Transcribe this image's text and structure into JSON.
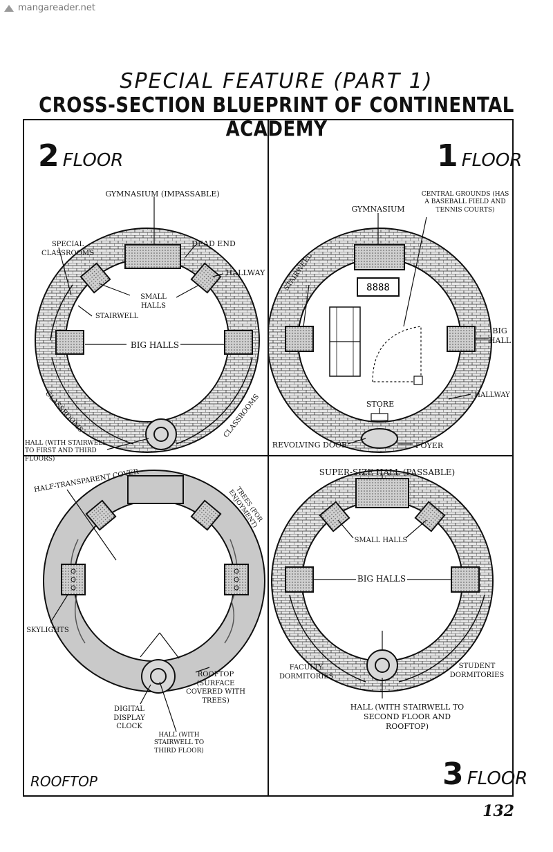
{
  "watermark": "mangareader.net",
  "subtitle": "SPECIAL FEATURE (PART 1)",
  "title": "CROSS-SECTION BLUEPRINT OF CONTINENTAL ACADEMY",
  "panels": {
    "floor2": {
      "num": "2",
      "word": "FLOOR",
      "labels": {
        "gym": "GYMNASIUM (IMPASSABLE)",
        "special": "SPECIAL CLASSROOMS",
        "dead_end": "DEAD END",
        "hallway": "HALLWAY",
        "small_halls": "SMALL HALLS",
        "stairwell": "STAIRWELL",
        "big_halls": "BIG HALLS",
        "classrooms_left": "CLASSROOMS",
        "classrooms_right": "CLASSROOMS",
        "hall": "HALL (WITH STAIRWELL TO FIRST AND THIRD FLOORS)"
      }
    },
    "floor1": {
      "num": "1",
      "word": "FLOOR",
      "labels": {
        "central": "CENTRAL GROUNDS (HAS A BASEBALL FIELD AND TENNIS COURTS)",
        "gym": "GYMNASIUM",
        "stairwell": "STAIRWELL",
        "big_hall": "BIG HALL",
        "hallway": "HALLWAY",
        "store": "STORE",
        "revolving": "REVOLVING DOOR",
        "foyer": "FOYER",
        "scoreboard": "8888"
      }
    },
    "rooftop": {
      "word": "ROOFTOP",
      "labels": {
        "cover": "HALF-TRANSPARENT COVER",
        "trees": "TREES (FOR ENJOYMENT)",
        "skylights": "SKYLIGHTS",
        "rooftop": "ROOFTOP (SURFACE COVERED WITH TREES)",
        "clock": "DIGITAL DISPLAY CLOCK",
        "hall": "HALL (WITH STAIRWELL TO THIRD FLOOR)"
      }
    },
    "floor3": {
      "num": "3",
      "word": "FLOOR",
      "labels": {
        "super": "SUPER-SIZE HALL (PASSABLE)",
        "small_halls": "SMALL HALLS",
        "big_halls": "BIG HALLS",
        "faculty": "FACULTY DORMITORIES",
        "student": "STUDENT DORMITORIES",
        "hall": "HALL (WITH STAIRWELL TO SECOND FLOOR AND ROOFTOP)"
      }
    }
  },
  "page_number": "132"
}
